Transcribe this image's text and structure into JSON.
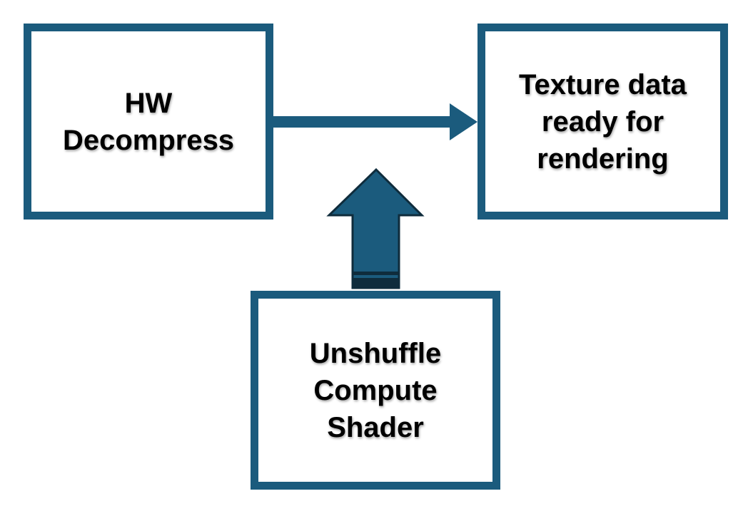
{
  "diagram": {
    "nodes": {
      "hw_decompress": {
        "label": "HW\nDecompress"
      },
      "texture_ready": {
        "label": "Texture data\nready for\nrendering"
      },
      "unshuffle": {
        "label": "Unshuffle\nCompute\nShader"
      }
    },
    "edges": [
      {
        "from": "hw_decompress",
        "to": "texture_ready",
        "style": "thin-arrow"
      },
      {
        "from": "unshuffle",
        "to": "hw_decompress->texture_ready",
        "style": "block-arrow-up"
      }
    ],
    "colors": {
      "box_border": "#1b5b7d",
      "arrow_fill": "#1b5b7d",
      "arrow_dark": "#0f2c3c",
      "text": "#000000",
      "background": "#ffffff"
    }
  }
}
